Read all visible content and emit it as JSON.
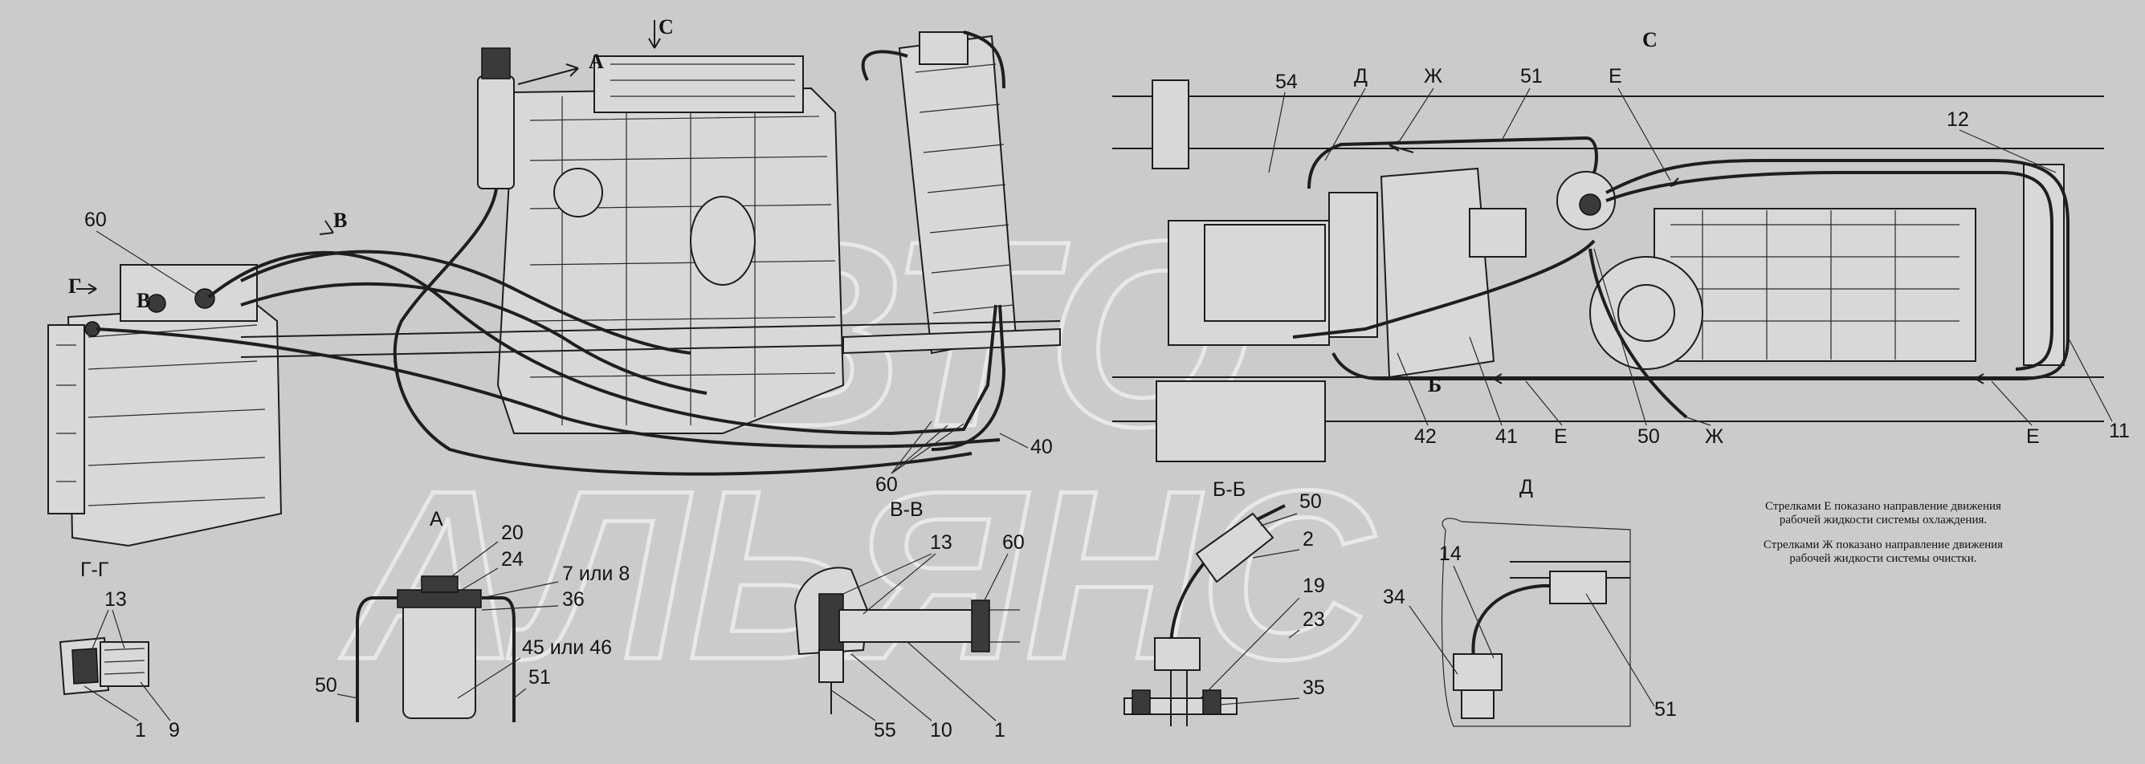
{
  "watermark": {
    "line1": "АВТО",
    "line2": "АЛЬЯНС"
  },
  "view_titles": {
    "c_top": "С",
    "a_small": "А",
    "c_arrow": "С",
    "b_left": "В",
    "b_mid": "В",
    "g_left": "Г",
    "g_g": "Г-Г",
    "a_view": "А",
    "v_v": "В-В",
    "b_b": "Б-Б",
    "d_view": "Д"
  },
  "callouts": {
    "c60_left": "60",
    "c40": "40",
    "c60_bottom": "60",
    "c54": "54",
    "cD": "Д",
    "cZh_top": "Ж",
    "c51_top": "51",
    "cE_top": "Е",
    "c12": "12",
    "c42": "42",
    "cB_arrow": "Б",
    "c41": "41",
    "cE_mid": "Е",
    "c50_mid": "50",
    "cZh_bot": "Ж",
    "cE_right": "Е",
    "c11": "11",
    "gg_13": "13",
    "gg_1": "1",
    "gg_9": "9",
    "a_20": "20",
    "a_24": "24",
    "a_7or8": "7 или 8",
    "a_36": "36",
    "a_45or46": "45 или 46",
    "a_50": "50",
    "a_51": "51",
    "vv_13": "13",
    "vv_60": "60",
    "vv_55": "55",
    "vv_10": "10",
    "vv_1": "1",
    "bb_50": "50",
    "bb_2": "2",
    "bb_19": "19",
    "bb_23": "23",
    "bb_35": "35",
    "d_14": "14",
    "d_34": "34",
    "d_51": "51"
  },
  "notes": {
    "line1": "Стрелками Е показано направление движения",
    "line2": "рабочей жидкости системы охлаждения.",
    "line3": "Стрелками Ж показано направление движения",
    "line4": "рабочей жидкости системы очистки."
  }
}
